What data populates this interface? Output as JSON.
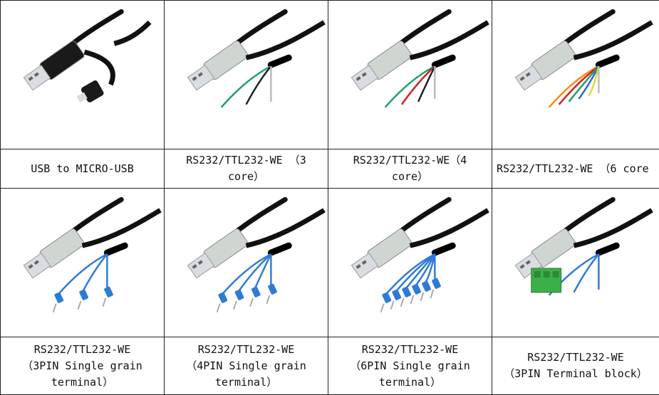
{
  "cells": [
    {
      "caption": "USB to MICRO-USB",
      "wires": [],
      "terminal": "micro-usb"
    },
    {
      "caption": "RS232/TTL232-WE （3\ncore）",
      "wires": [
        "#1e9e6a",
        "#222222",
        "#bbbbbb"
      ],
      "terminal": "bare"
    },
    {
      "caption": "RS232/TTL232-WE（4\ncore）",
      "wires": [
        "#1e9e6a",
        "#d42020",
        "#222222",
        "#bbbbbb"
      ],
      "terminal": "bare"
    },
    {
      "caption": "RS232/TTL232-WE （6 core",
      "wires": [
        "#ff8a00",
        "#d42020",
        "#1e9e6a",
        "#3366cc",
        "#dddd33",
        "#bbbbbb"
      ],
      "terminal": "bare"
    },
    {
      "caption": "RS232/TTL232-WE\n（3PIN Single grain\nterminal）",
      "wires": [
        "#2e7bd6",
        "#2e7bd6",
        "#2e7bd6"
      ],
      "terminal": "ferrule"
    },
    {
      "caption": "RS232/TTL232-WE\n（4PIN Single grain\nterminal）",
      "wires": [
        "#2e7bd6",
        "#2e7bd6",
        "#2e7bd6",
        "#2e7bd6"
      ],
      "terminal": "ferrule"
    },
    {
      "caption": "RS232/TTL232-WE\n（6PIN Single grain\nterminal）",
      "wires": [
        "#2e7bd6",
        "#2e7bd6",
        "#2e7bd6",
        "#2e7bd6",
        "#2e7bd6",
        "#2e7bd6"
      ],
      "terminal": "ferrule"
    },
    {
      "caption": "RS232/TTL232-WE\n（3PIN Terminal block）",
      "wires": [
        "#2e7bd6",
        "#2e7bd6",
        "#2e7bd6"
      ],
      "terminal": "block"
    }
  ],
  "colors": {
    "cable": "#111111",
    "plug_metal": "#d9dde1",
    "housing": "#cfd6d2",
    "block": "#3bb04a"
  }
}
